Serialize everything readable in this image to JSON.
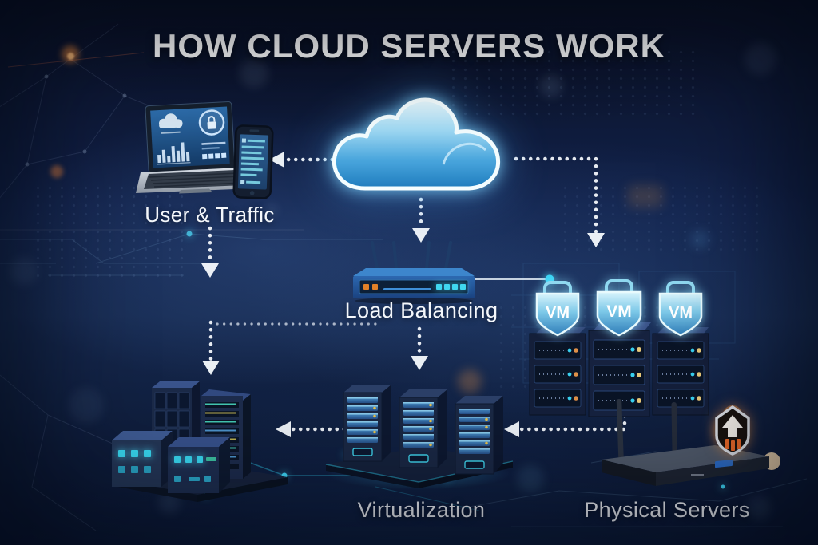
{
  "title": "HOW CLOUD SERVERS WORK",
  "labels": {
    "user_traffic": "User & Traffic",
    "load_balancing": "Load Balancing",
    "virtualization": "Virtualization",
    "physical_servers": "Physical Servers"
  },
  "vm_shields": [
    {
      "label": "VM"
    },
    {
      "label": "VM"
    },
    {
      "label": "VM"
    }
  ],
  "flow_edges": [
    {
      "from": "cloud",
      "to": "user-traffic"
    },
    {
      "from": "cloud",
      "to": "load-balancer"
    },
    {
      "from": "cloud",
      "to": "vm-servers"
    },
    {
      "from": "user-traffic",
      "to": "network"
    },
    {
      "from": "load-balancer",
      "to": "virtualization"
    },
    {
      "from": "network",
      "to": "on-prem-servers"
    },
    {
      "from": "virtualization",
      "to": "on-prem-servers"
    },
    {
      "from": "vm-servers",
      "to": "virtualization"
    }
  ],
  "colors": {
    "background": "#0d1a33",
    "cloud_fill": "#2e8fd0",
    "accent_cyan": "#3fd8f8",
    "accent_orange": "#e8872a",
    "label_text": "#f4f7fb"
  }
}
